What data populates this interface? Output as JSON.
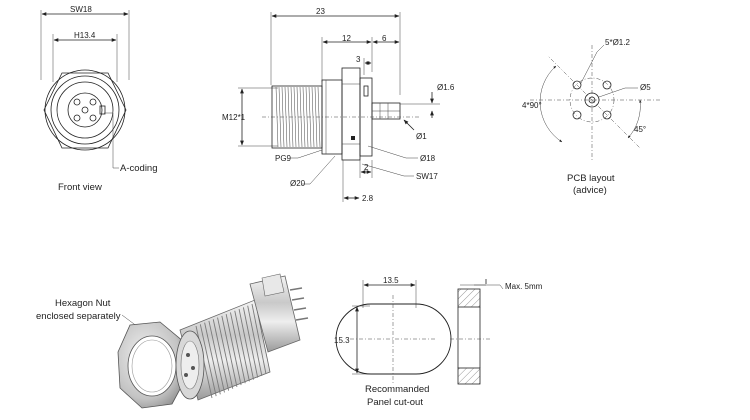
{
  "front_view": {
    "sw_label": "SW18",
    "h_label": "H13.4",
    "coding_label": "A-coding",
    "caption": "Front view"
  },
  "side_view": {
    "overall_length": "23",
    "length_12": "12",
    "length_6": "6",
    "length_3": "3",
    "thread_label": "M12*1",
    "pg_label": "PG9",
    "dia_20": "Ø20",
    "dia_1_6": "Ø1.6",
    "dia_1": "Ø1",
    "dia_18": "Ø18",
    "sw_17": "SW17",
    "length_2": "2",
    "length_2_8": "2.8"
  },
  "pcb_layout": {
    "holes_label": "5*Ø1.2",
    "dia_5": "Ø5",
    "angle_90": "4*90°",
    "angle_45": "45°",
    "caption_line1": "PCB layout",
    "caption_line2": "(advice)"
  },
  "product": {
    "nut_label_line1": "Hexagon Nut",
    "nut_label_line2": "enclosed separately"
  },
  "cutout": {
    "width": "13.5",
    "height": "15.3",
    "caption_line1": "Recommanded",
    "caption_line2": "Panel cut-out"
  },
  "panel_section": {
    "thickness_label": "Max. 5mm"
  }
}
